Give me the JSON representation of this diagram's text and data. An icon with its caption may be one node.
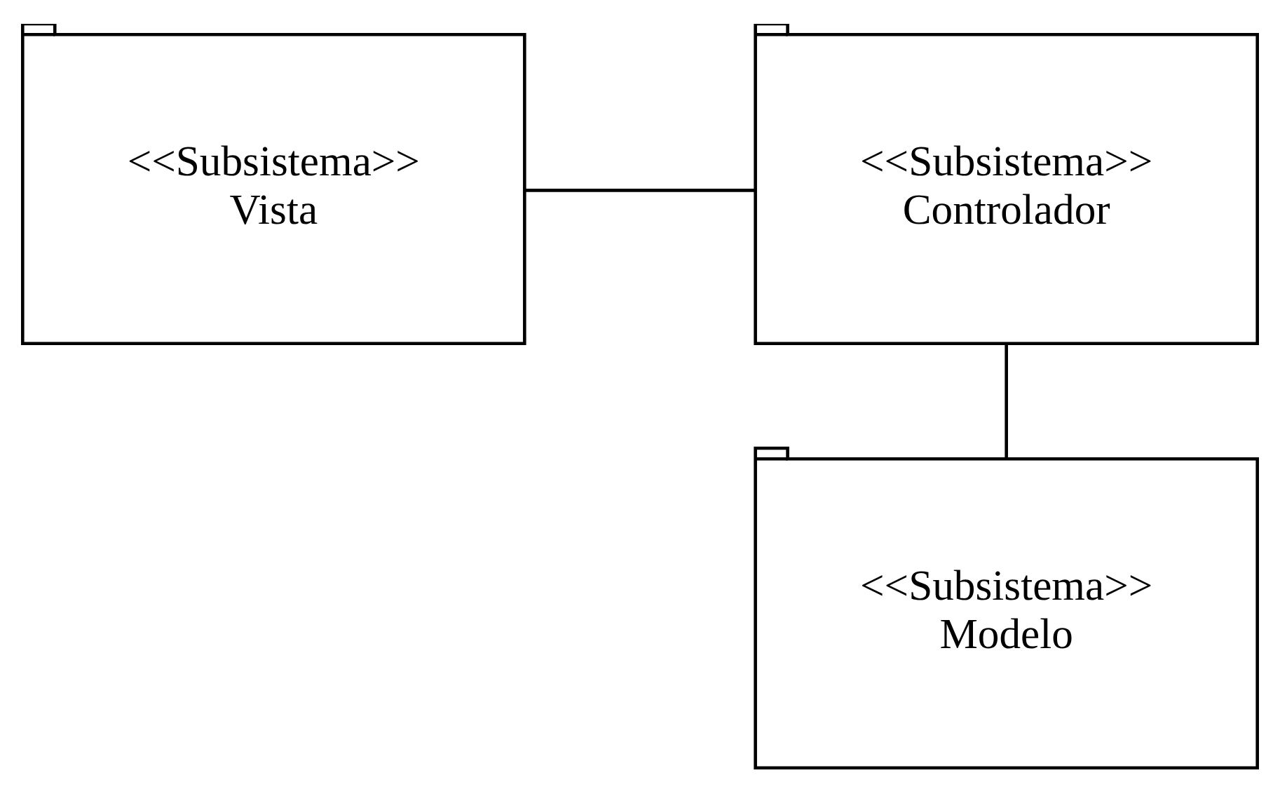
{
  "diagram": {
    "nodes": [
      {
        "text": [
          "<<Subsistema>>",
          "Vista"
        ]
      },
      {
        "text": [
          "<<Subsistema>>",
          "Controlador"
        ]
      },
      {
        "text": [
          "<<Subsistema>>",
          "Modelo"
        ]
      }
    ],
    "edges": [
      {
        "from": 0,
        "to": 1,
        "arrow": "none"
      },
      {
        "from": 1,
        "to": 2,
        "arrow": "none"
      }
    ]
  }
}
